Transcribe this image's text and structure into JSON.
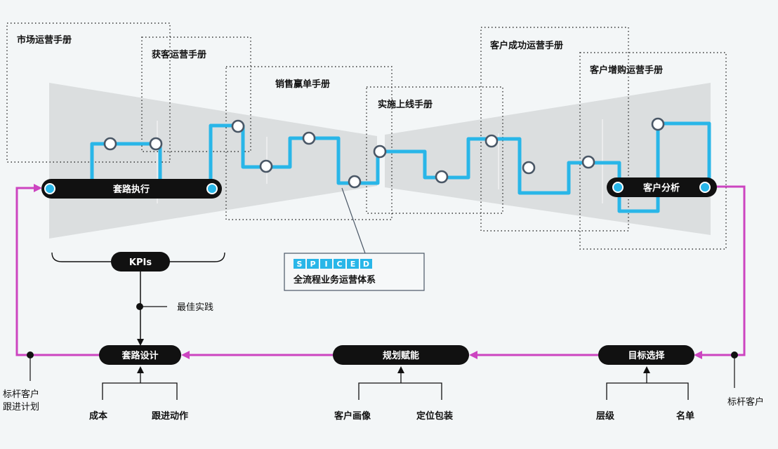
{
  "colors": {
    "accent_blue": "#29b6e8",
    "accent_magenta": "#cc44c0",
    "funnel_gray": "#d6d9db",
    "dark": "#111111"
  },
  "playbooks": {
    "market": "市场运营手册",
    "acquisition": "获客运营手册",
    "sales_win": "销售赢单手册",
    "implementation": "实施上线手册",
    "customer_success": "客户成功运营手册",
    "upsell": "客户增购运营手册"
  },
  "pills": {
    "execution": "套路执行",
    "analysis": "客户分析",
    "kpis": "KPIs",
    "design": "套路设计",
    "planning": "规划赋能",
    "target": "目标选择"
  },
  "spiced": {
    "letters": [
      "S",
      "P",
      "I",
      "C",
      "E",
      "D"
    ],
    "caption": "全流程业务运营体系"
  },
  "labels": {
    "best_practice": "最佳实践",
    "cost": "成本",
    "follow_action": "跟进动作",
    "persona": "客户画像",
    "positioning": "定位包装",
    "tier": "层级",
    "list": "名单",
    "benchmark_plan_line1": "标杆客户",
    "benchmark_plan_line2": "跟进计划",
    "benchmark_customer": "标杆客户"
  }
}
